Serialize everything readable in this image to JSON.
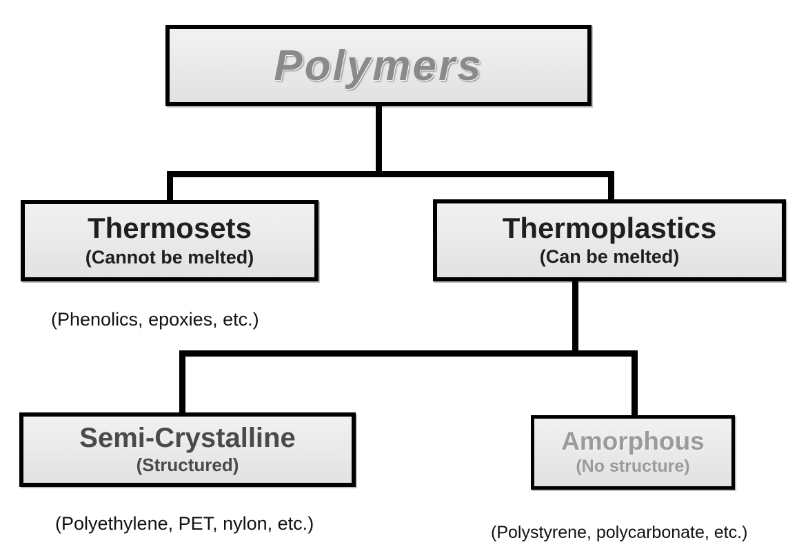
{
  "diagram": {
    "root": {
      "title": "Polymers"
    },
    "thermosets": {
      "title": "Thermosets",
      "subtitle": "(Cannot be melted)",
      "examples": "(Phenolics, epoxies, etc.)"
    },
    "thermoplastics": {
      "title": "Thermoplastics",
      "subtitle": "(Can be melted)"
    },
    "semi_crystalline": {
      "title": "Semi-Crystalline",
      "subtitle": "(Structured)",
      "examples": "(Polyethylene, PET, nylon, etc.)"
    },
    "amorphous": {
      "title": "Amorphous",
      "subtitle": "(No structure)",
      "examples": "(Polystyrene, polycarbonate, etc.)"
    },
    "colors": {
      "box_fill": "#e7e7e7",
      "box_border": "#000000",
      "gray_text": "#9b9b9b",
      "dark_text": "#1f1f1f"
    }
  }
}
